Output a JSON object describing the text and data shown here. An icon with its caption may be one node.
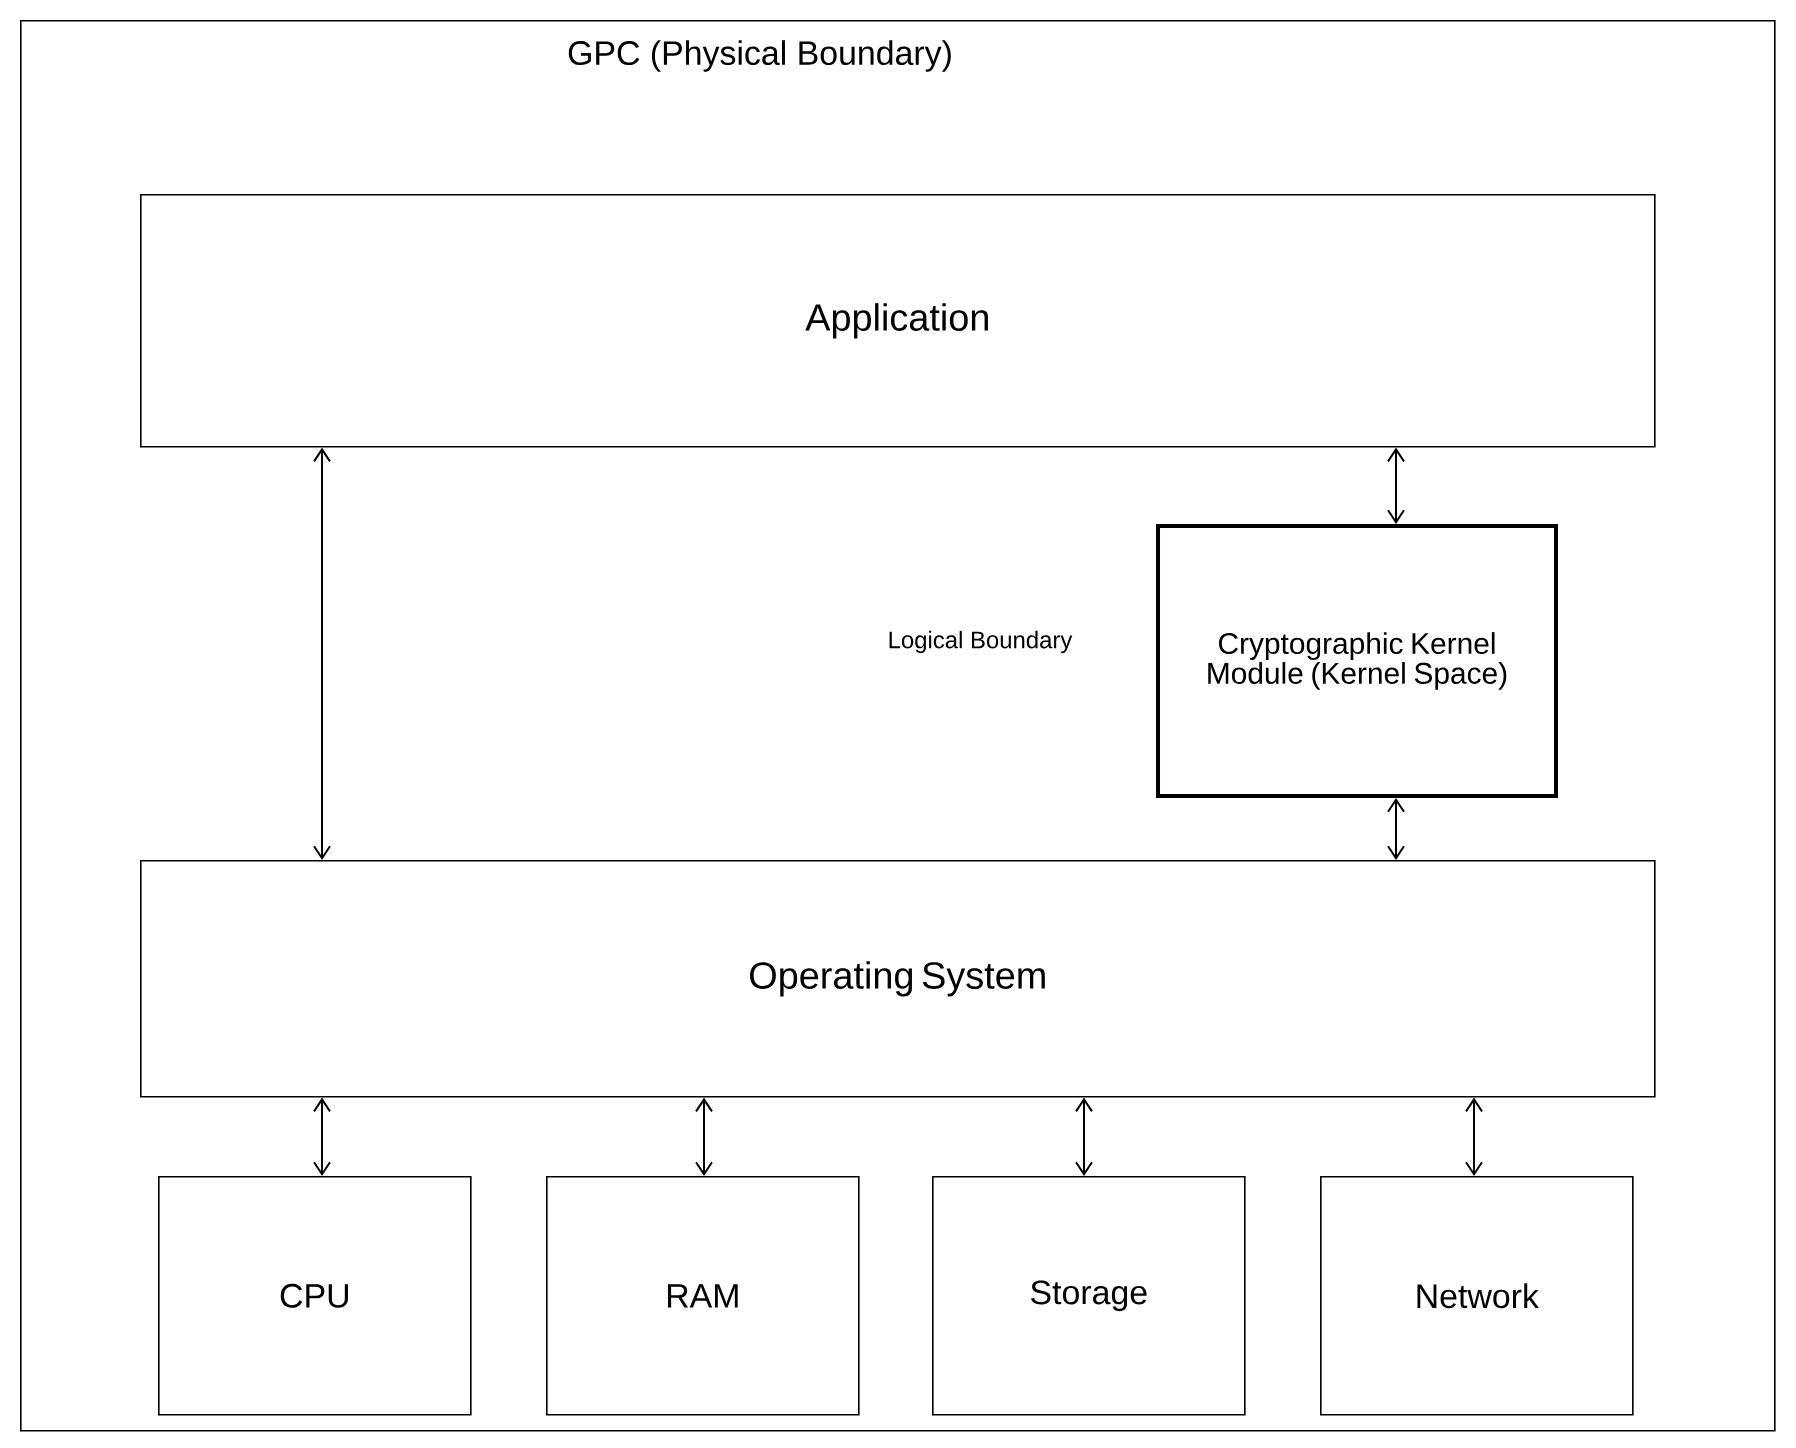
{
  "diagram": {
    "nodes": [
      {
        "text": [
          "GPC (Physical Boundary)"
        ]
      },
      {
        "text": [
          "Application"
        ],
        "in": 0
      },
      {
        "text": [
          "Cryptographic Kernel Module (Kernel Space)"
        ],
        "in": 0
      },
      {
        "text": [
          "Operating System"
        ],
        "in": 0
      },
      {
        "text": [
          "CPU"
        ],
        "in": 0
      },
      {
        "text": [
          "RAM"
        ],
        "in": 0
      },
      {
        "text": [
          "Storage"
        ],
        "in": 0
      },
      {
        "text": [
          "Network"
        ],
        "in": 0
      }
    ],
    "edges": [
      {
        "from": 1,
        "to": 3,
        "arrow": "both"
      },
      {
        "from": 1,
        "to": 2,
        "arrow": "both"
      },
      {
        "from": 2,
        "to": 3,
        "arrow": "both"
      },
      {
        "from": 3,
        "to": 4,
        "arrow": "both"
      },
      {
        "from": 3,
        "to": 5,
        "arrow": "both"
      },
      {
        "from": 3,
        "to": 6,
        "arrow": "both"
      },
      {
        "from": 3,
        "to": 7,
        "arrow": "both"
      }
    ],
    "labels": [
      "Logical Boundary"
    ]
  }
}
